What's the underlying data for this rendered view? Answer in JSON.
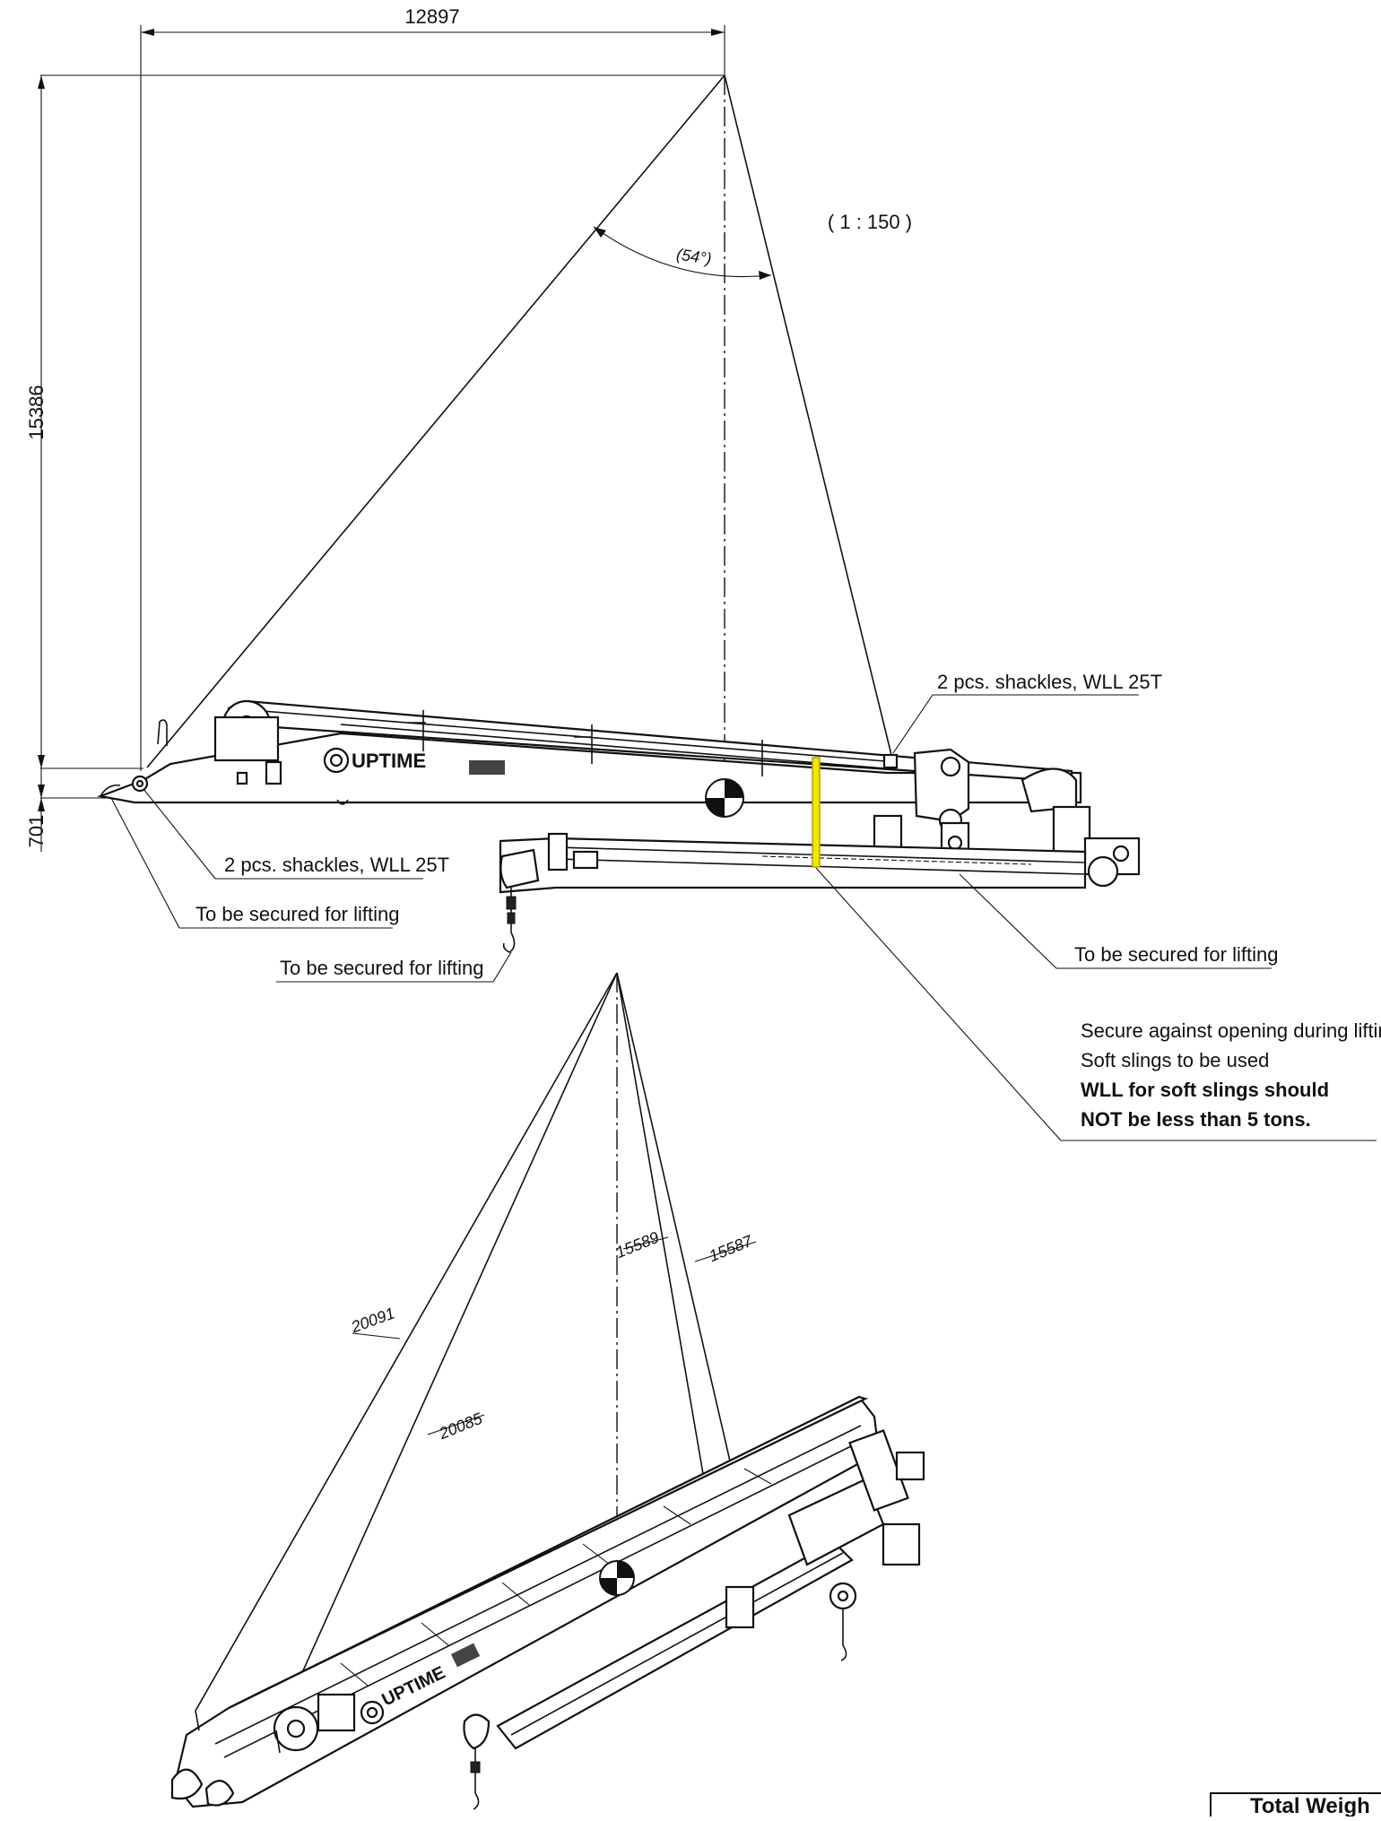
{
  "dimensions": {
    "width_top": "12897",
    "height_left": "15386",
    "bottom_offset": "701",
    "angle": "(54°)",
    "scale": "( 1 : 150 )",
    "sling_a": "20091",
    "sling_b": "20085",
    "sling_c": "15589",
    "sling_d": "15587"
  },
  "labels": {
    "shackles_top": "2 pcs. shackles, WLL 25T",
    "shackles_left": "2 pcs. shackles, WLL 25T",
    "secure_left": "To be secured for lifting",
    "secure_hook": "To be secured for lifting",
    "secure_right": "To be secured for lifting",
    "note_line1": "Secure against opening during lifting",
    "note_line2": "Soft slings to be used",
    "note_line3": "WLL for soft slings should",
    "note_line4": "NOT be less than 5 tons.",
    "logo_side": "UPTIME",
    "logo_iso": "UPTIME",
    "total_weight": "Total Weigh"
  },
  "colors": {
    "highlight": "#f2e600",
    "ink": "#111111"
  }
}
